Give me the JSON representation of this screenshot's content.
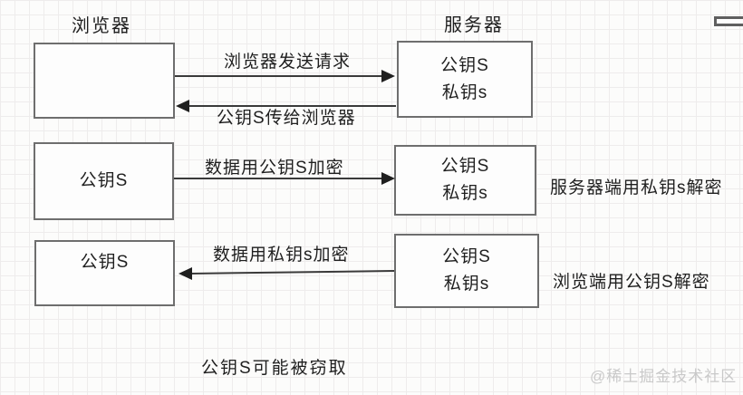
{
  "headings": {
    "browser": "浏览器",
    "server": "服务器"
  },
  "row1": {
    "browser_box_text": "",
    "server_box": {
      "line1": "公钥S",
      "line2": "私钥s"
    },
    "request_arrow_label": "浏览器发送请求",
    "response_arrow_label": "公钥S传给浏览器"
  },
  "row2": {
    "left_box_text": "公钥S",
    "right_box": {
      "line1": "公钥S",
      "line2": "私钥s"
    },
    "arrow_label": "数据用公钥S加密",
    "side_note": "服务器端用私钥s解密"
  },
  "row3": {
    "left_box_text": "公钥S",
    "right_box": {
      "line1": "公钥S",
      "line2": "私钥s"
    },
    "arrow_label": "数据用私钥s加密",
    "side_note": "浏览端用公钥S解密"
  },
  "footer": {
    "note": "公钥S可能被窃取",
    "watermark": "@稀土掘金技术社区"
  },
  "colors": {
    "line": "#3a3a3a",
    "box_border": "#6e6e6e",
    "text": "#1f1f1f",
    "grid": "#eeecec",
    "background": "#fcfcfb",
    "watermark": "#c9c9c9"
  }
}
